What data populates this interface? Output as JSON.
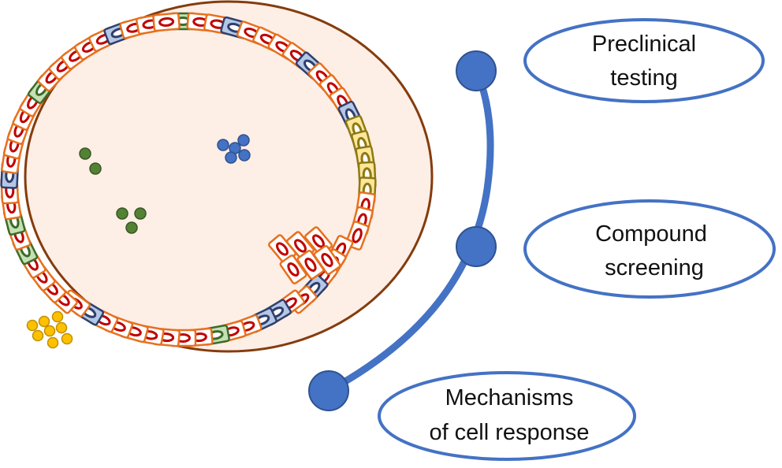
{
  "labels": {
    "preclinical_line1": "Preclinical",
    "preclinical_line2": "testing",
    "compound_line1": "Compound",
    "compound_line2": "screening",
    "mechanisms_line1": "Mechanisms",
    "mechanisms_line2": "of cell response"
  },
  "colors": {
    "accent": "#4472c4",
    "lumen_fill": "#fdeee6",
    "lumen_border": "#843c0c",
    "epithelial_cell_border": "#e7701e",
    "epithelial_nucleus": "#c00000",
    "blue_cell_fill": "#b4c7e7",
    "blue_cell_border": "#2f3f6b",
    "green_cell_fill": "#c5e0b4",
    "green_cell_border": "#3d6b28",
    "yellow_cell_fill": "#ffe699",
    "yellow_cell_border": "#8c7a14",
    "green_particle": "#548235",
    "yellow_particle": "#ffc000"
  }
}
